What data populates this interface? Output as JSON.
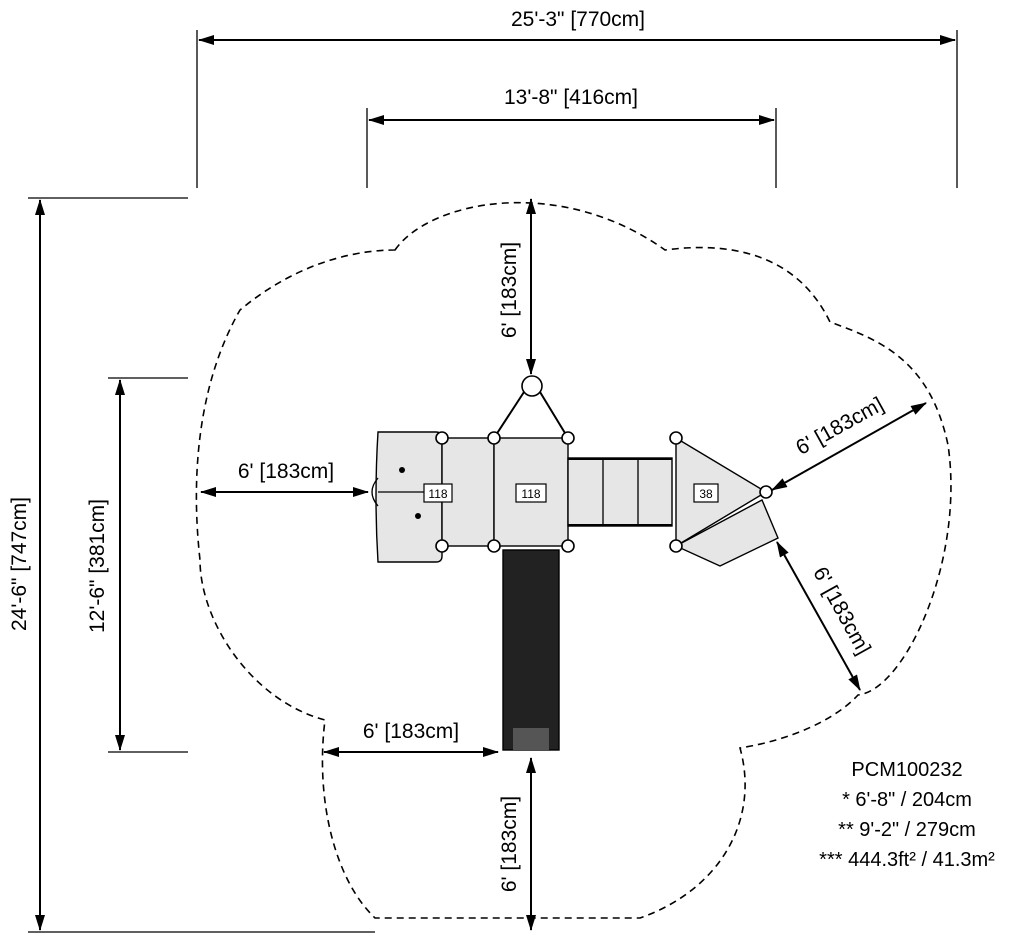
{
  "dimensions": {
    "overall_width": "25'-3\" [770cm]",
    "structure_width": "13'-8\" [416cm]",
    "overall_depth": "24'-6\" [747cm]",
    "structure_depth": "12'-6\" [381cm]",
    "clearance_top": "6' [183cm]",
    "clearance_left": "6' [183cm]",
    "clearance_bottom_left": "6' [183cm]",
    "clearance_bottom": "6' [183cm]",
    "clearance_right_upper": "6' [183cm]",
    "clearance_right_lower": "6' [183cm]"
  },
  "deck_tags": {
    "left": "118",
    "center": "118",
    "right": "38"
  },
  "specs": {
    "model": "PCM100232",
    "line1": "* 6'-8\" / 204cm",
    "line2": "** 9'-2\" / 279cm",
    "line3": "*** 444.3ft² / 41.3m²"
  }
}
